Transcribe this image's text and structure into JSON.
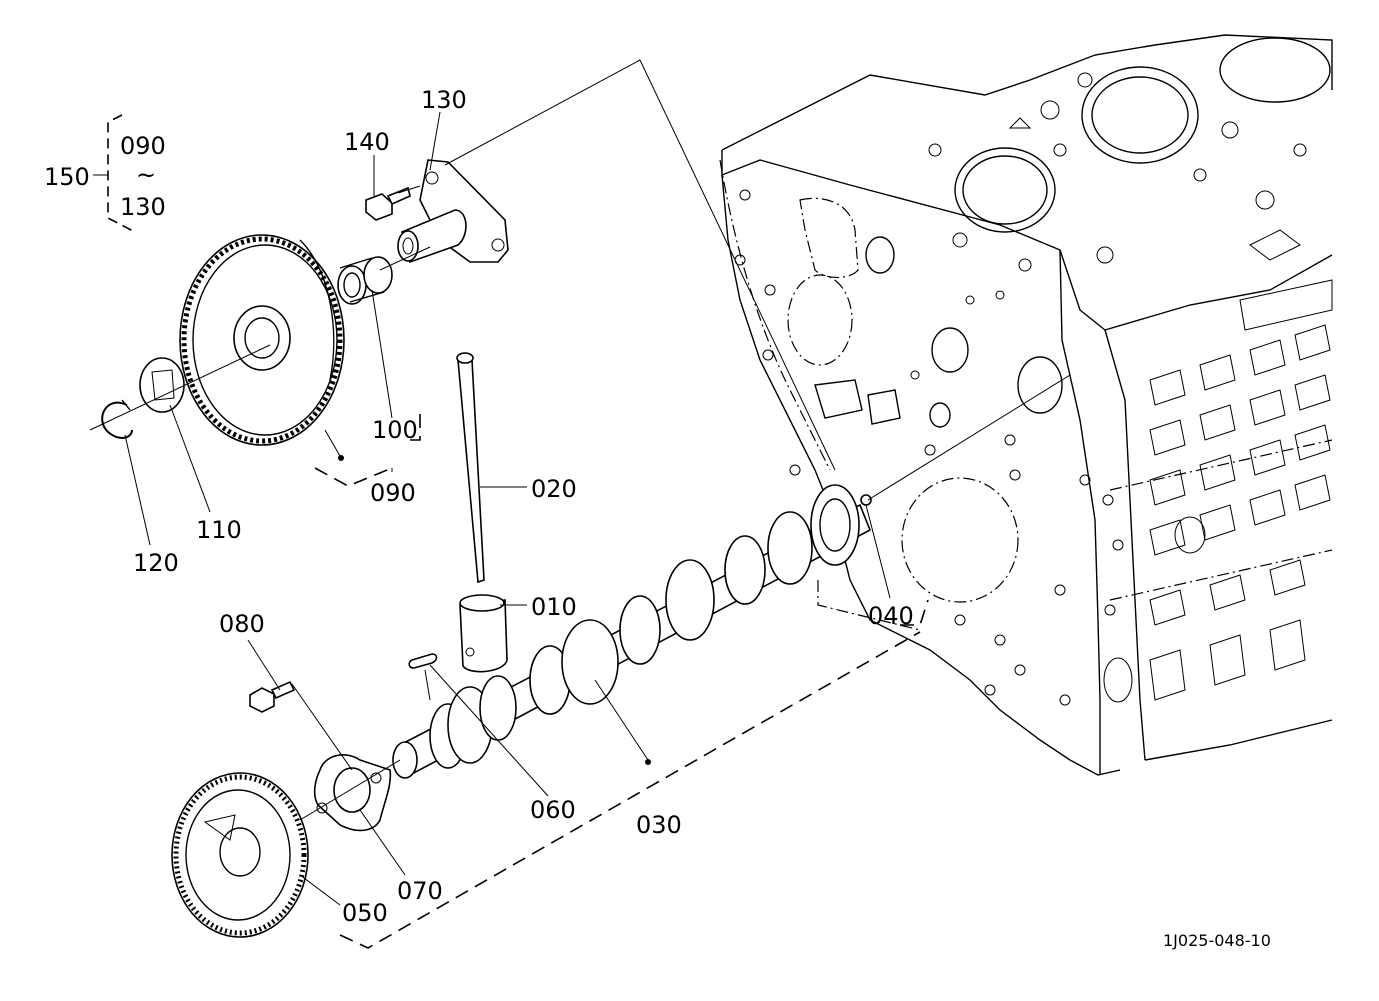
{
  "figure_code": "1J025-048-10",
  "labels": {
    "p010": "010",
    "p020": "020",
    "p030": "030",
    "p040": "040",
    "p050": "050",
    "p060": "060",
    "p070": "070",
    "p080": "080",
    "p090": "090",
    "p100": "100",
    "p110": "110",
    "p120": "120",
    "p130": "130",
    "p140": "140",
    "p150": "150",
    "range_from": "090",
    "range_sep": "~",
    "range_to": "130"
  }
}
